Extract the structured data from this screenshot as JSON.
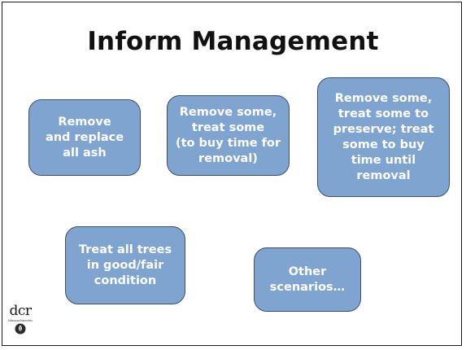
{
  "slide": {
    "title": "Inform Management"
  },
  "boxes": [
    {
      "text": "Remove\nand replace\nall ash"
    },
    {
      "text": "Remove some,\ntreat some\n(to buy time for\nremoval)"
    },
    {
      "text": "Remove some,\ntreat some to\npreserve; treat\nsome to buy\ntime until\nremoval"
    },
    {
      "text": "Treat all trees\nin good/fair\ncondition"
    },
    {
      "text": "Other\nscenarios…"
    }
  ],
  "logo": {
    "text": "dcr",
    "subtext": "Massachusetts",
    "icon": "leaf-seal-icon"
  },
  "colors": {
    "box_fill": "#7fa4cf",
    "box_border": "#3e4f66",
    "box_text": "#ffffff",
    "title_text": "#111111"
  }
}
